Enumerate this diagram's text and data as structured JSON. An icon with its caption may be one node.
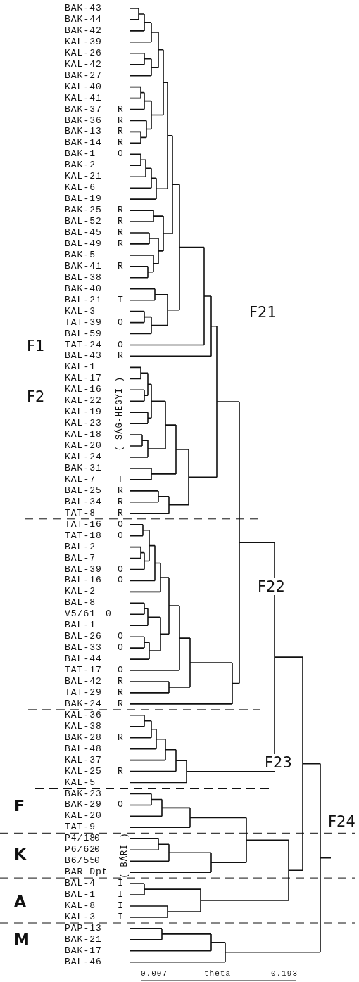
{
  "diagram": {
    "labels": [
      "BAK-43",
      "BAK-44",
      "BAK-42",
      "KAL-39",
      "KAL-26",
      "KAL-42",
      "BAK-27",
      "KAL-40",
      "KAL-41",
      "BAK-37",
      "R",
      "BAK-36",
      "R",
      "BAK-13",
      "R",
      "BAK-14",
      "R",
      "BAK-1",
      "O",
      "BAK-2",
      "KAL-21",
      "KAL-6",
      "BAL-19",
      "BAK-25",
      "R",
      "BAL-52",
      "R",
      "BAL-45",
      "R",
      "BAL-49",
      "R",
      "BAK-5",
      "BAK-41",
      "R",
      "BAL-38",
      "BAK-40",
      "BAL-21",
      "T",
      "KAL-3",
      "TAT-39",
      "O",
      "BAL-59",
      "TAT-24",
      "O",
      "BAL-43",
      "R",
      "KAL-1",
      "KAL-17",
      "KAL-16",
      "KAL-22",
      "KAL-19",
      "KAL-23",
      "KAL-18",
      "KAL-20",
      "KAL-24",
      "BAK-31",
      "KAL-7",
      "T",
      "BAL-25",
      "R",
      "BAL-34",
      "R",
      "TAT-8",
      "R",
      "TAT-16",
      "O",
      "TAT-18",
      "O",
      "BAL-2",
      "BAL-7",
      "BAL-39",
      "O",
      "BAL-16",
      "O",
      "KAL-2",
      "BAL-8",
      "V5/61",
      "0",
      "BAL-1",
      "BAL-26",
      "O",
      "BAL-33",
      "O",
      "BAL-44",
      "TAT-17",
      "O",
      "BAL-42",
      "R",
      "TAT-29",
      "R",
      "BAK-24",
      "R",
      "KAL-36",
      "KAL-38",
      "BAK-28",
      "R",
      "BAL-48",
      "KAL-37",
      "KAL-25",
      "R",
      "KAL-5",
      "BAK-23",
      "BAK-29",
      "O",
      "KAL-20",
      "TAT-9",
      "P4/18",
      "0",
      "P6/62",
      "0",
      "B6/55",
      "0",
      "BAR Dpt",
      "BAL-4",
      "I",
      "BAL-1",
      "I",
      "KAL-8",
      "I",
      "KAL-3",
      "I",
      "PAP-13",
      "BAK-21",
      "BAK-17",
      "BAL-46",
      "F1",
      "F2",
      "( SÁG-HEGYI )",
      "F21",
      "F22",
      "F23",
      "F",
      "F24",
      "K",
      "( BÁRI )",
      "A",
      "M",
      "0.007",
      "theta",
      "0.193"
    ]
  }
}
